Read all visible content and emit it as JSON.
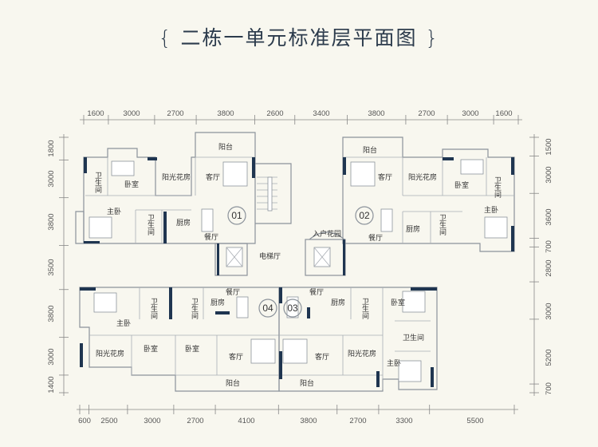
{
  "title": {
    "open": "{",
    "text": "二栋一单元标准层平面图",
    "close": "}"
  },
  "dimensions": {
    "top": [
      "1600",
      "3000",
      "2700",
      "3800",
      "2600",
      "3400",
      "3800",
      "2700",
      "3000",
      "1600"
    ],
    "left": [
      "1800",
      "3000",
      "3800",
      "3500",
      "3800",
      "3000",
      "1400"
    ],
    "right": [
      "1500",
      "3000",
      "3600",
      "700",
      "2800",
      "3000",
      "5200",
      "700"
    ],
    "bottom": [
      "600",
      "2500",
      "3000",
      "2700",
      "4100",
      "3800",
      "2700",
      "3300",
      "5500"
    ]
  },
  "units": {
    "u01": {
      "number": "01",
      "balcony": "阳台",
      "bedroom": "卧室",
      "sunroom": "阳光花房",
      "living": "客厅",
      "bath1": "卫生间",
      "master": "主卧",
      "bath2": "卫生间",
      "kitchen": "厨房",
      "dining": "餐厅"
    },
    "u02": {
      "number": "02",
      "balcony": "阳台",
      "living": "客厅",
      "sunroom": "阳光花房",
      "bedroom": "卧室",
      "bath1": "卫生间",
      "master": "主卧",
      "kitchen": "厨房",
      "bath2": "卫生间",
      "dining": "餐厅",
      "entry_garden": "入户花园"
    },
    "u03": {
      "number": "03",
      "dining": "餐厅",
      "kitchen": "厨房",
      "bath1": "卫生间",
      "bedroom": "卧室",
      "bath2": "卫生间",
      "living": "客厅",
      "sunroom": "阳光花房",
      "master": "主卧",
      "balcony": "阳台"
    },
    "u04": {
      "number": "04",
      "master": "主卧",
      "bath1": "卫生间",
      "bath2": "卫生间",
      "kitchen": "厨房",
      "dining": "餐厅",
      "sunroom": "阳光花房",
      "bedroom1": "卧室",
      "bedroom2": "卧室",
      "living": "客厅",
      "balcony": "阳台"
    }
  },
  "core": {
    "elevator_hall": "电梯厅"
  },
  "colors": {
    "background": "#f8f7ef",
    "column": "#1f3550",
    "wall": "#8c939b",
    "title": "#2c3b4c"
  }
}
